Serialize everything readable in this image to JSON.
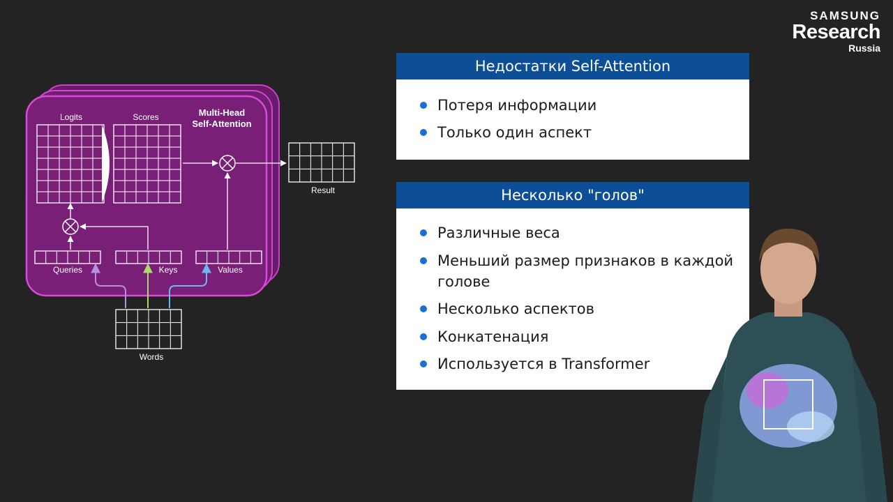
{
  "logo": {
    "brand": "SAMSUNG",
    "title": "Research",
    "region": "Russia"
  },
  "diagram": {
    "title_line1": "Multi-Head",
    "title_line2": "Self-Attention",
    "labels": {
      "logits": "Logits",
      "scores": "Scores",
      "result": "Result",
      "queries": "Queries",
      "keys": "Keys",
      "values": "Values",
      "words": "Words"
    },
    "colors": {
      "head_fill": "#7a1f78",
      "head_border": "#d84ad8",
      "query_arrow": "#b98ee0",
      "key_arrow": "#a8dc6a",
      "value_arrow": "#6fb6f0"
    }
  },
  "box1": {
    "header": "Недостатки Self-Attention",
    "items": [
      "Потеря информации",
      "Только один аспект"
    ]
  },
  "box2": {
    "header": "Несколько \"голов\"",
    "items": [
      "Различные веса",
      "Меньший размер признаков в каждой голове",
      "Несколько аспектов",
      "Конкатенация",
      "Используется в Transformer"
    ]
  },
  "colors": {
    "background": "#232323",
    "header_blue": "#0d4f96",
    "bullet_blue": "#1a6fd6"
  }
}
